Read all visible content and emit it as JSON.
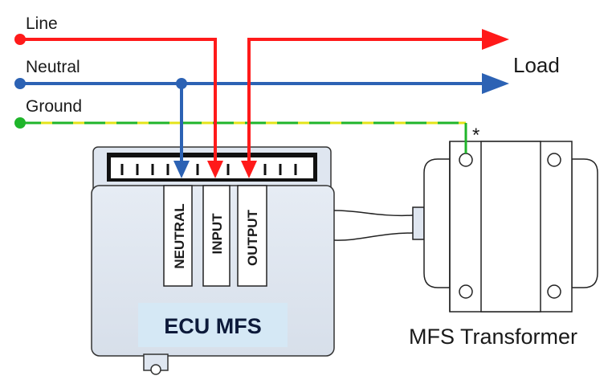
{
  "wires": {
    "line_label": "Line",
    "neutral_label": "Neutral",
    "ground_label": "Ground",
    "load_label": "Load",
    "ground_marker": "*"
  },
  "ecu": {
    "name": "ECU MFS",
    "terminals": [
      "NEUTRAL",
      "INPUT",
      "OUTPUT"
    ]
  },
  "transformer": {
    "name": "MFS Transformer"
  },
  "colors": {
    "line": "#ff1a1a",
    "neutral": "#2c62b4",
    "ground_green": "#1fb52a",
    "ground_yellow": "#e4e41a",
    "housing": "#dfe6f0",
    "ecu_panel": "#d5e8f5"
  }
}
